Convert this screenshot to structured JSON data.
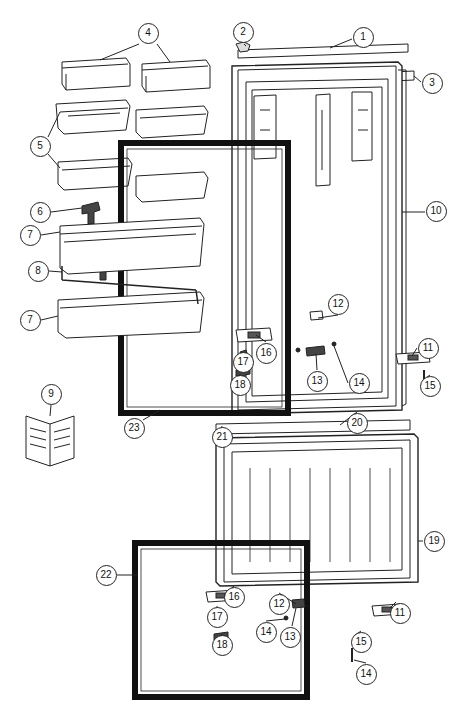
{
  "diagram": {
    "nodes": [
      {
        "text": [
          "1"
        ]
      },
      {
        "text": [
          "2"
        ]
      },
      {
        "text": [
          "3"
        ]
      },
      {
        "text": [
          "4"
        ]
      },
      {
        "text": [
          "5"
        ]
      },
      {
        "text": [
          "6"
        ]
      },
      {
        "text": [
          "7"
        ]
      },
      {
        "text": [
          "8"
        ]
      },
      {
        "text": [
          "7"
        ]
      },
      {
        "text": [
          "9"
        ]
      },
      {
        "text": [
          "10"
        ]
      },
      {
        "text": [
          "12"
        ]
      },
      {
        "text": [
          "11"
        ]
      },
      {
        "text": [
          "16"
        ]
      },
      {
        "text": [
          "17"
        ]
      },
      {
        "text": [
          "13"
        ]
      },
      {
        "text": [
          "14"
        ]
      },
      {
        "text": [
          "15"
        ]
      },
      {
        "text": [
          "18"
        ]
      },
      {
        "text": [
          "23"
        ]
      },
      {
        "text": [
          "20"
        ]
      },
      {
        "text": [
          "21"
        ]
      },
      {
        "text": [
          "19"
        ]
      },
      {
        "text": [
          "22"
        ]
      },
      {
        "text": [
          "16"
        ]
      },
      {
        "text": [
          "12"
        ]
      },
      {
        "text": [
          "17"
        ]
      },
      {
        "text": [
          "11"
        ]
      },
      {
        "text": [
          "14"
        ]
      },
      {
        "text": [
          "13"
        ]
      },
      {
        "text": [
          "18"
        ]
      },
      {
        "text": [
          "15"
        ]
      },
      {
        "text": [
          "14"
        ]
      }
    ]
  }
}
